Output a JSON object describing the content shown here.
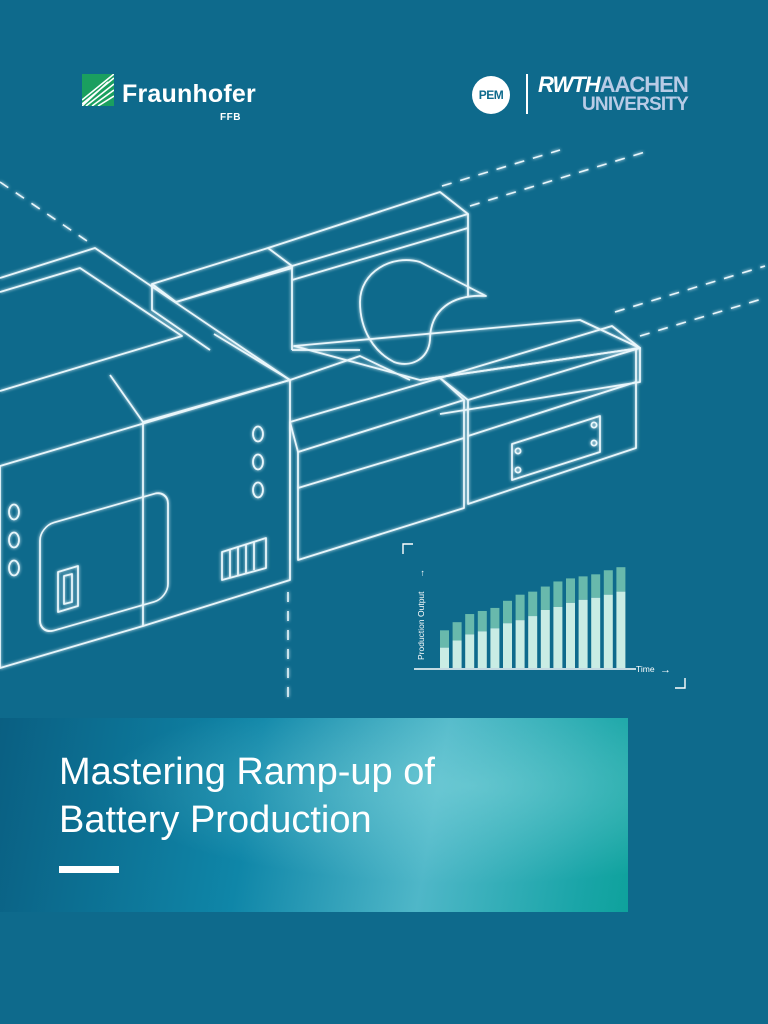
{
  "logos": {
    "fraunhofer": {
      "name": "Fraunhofer",
      "unit": "FFB"
    },
    "pem": "PEM",
    "rwth": {
      "prefix": "RWTH",
      "suffix": "AACHEN",
      "line2": "UNIVERSITY"
    }
  },
  "illustration": {
    "chart": {
      "ylabel": "Production Output",
      "xlabel": "Time"
    }
  },
  "chart_data": {
    "type": "bar",
    "title": "",
    "xlabel": "Time",
    "ylabel": "Production Output",
    "series": [
      {
        "values": [
          20,
          27,
          33,
          36,
          39,
          44,
          47,
          51,
          57,
          60,
          64,
          67,
          69,
          72,
          75
        ]
      },
      {
        "values": [
          37,
          45,
          53,
          56,
          59,
          66,
          72,
          75,
          80,
          85,
          88,
          90,
          92,
          96,
          99
        ]
      }
    ],
    "ylim": [
      0,
      110
    ],
    "grid": false,
    "colors": [
      "#c9ece4",
      "#7fcdb4"
    ]
  },
  "title": {
    "line1": "Mastering Ramp-up of",
    "line2": "Battery Production"
  }
}
